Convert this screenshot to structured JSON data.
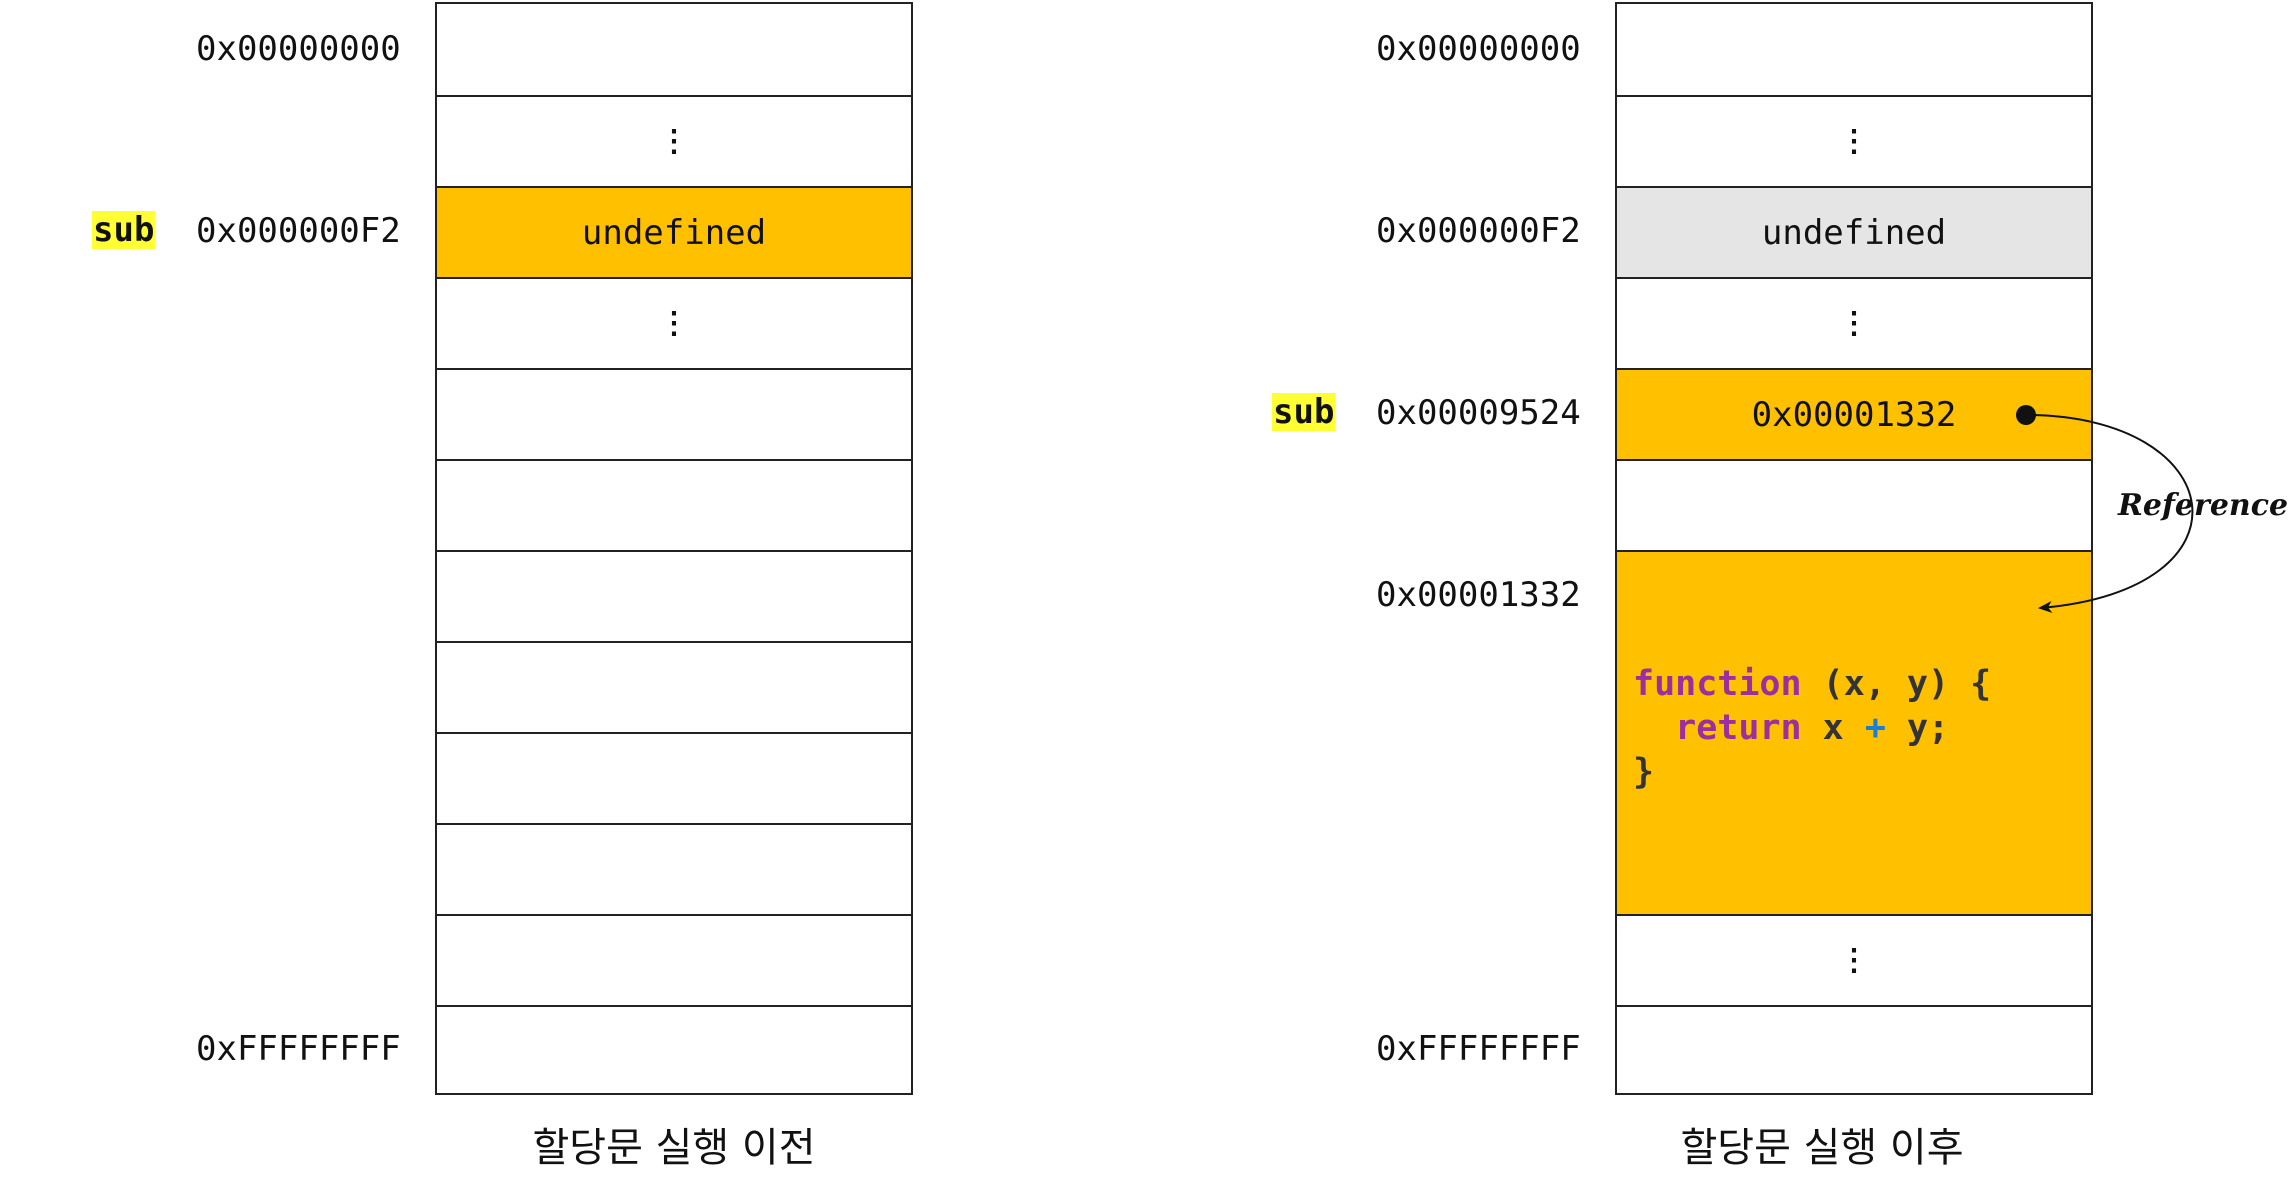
{
  "colors": {
    "highlight": "#FFC000",
    "stale": "#E5E5E5",
    "var_bg": "#FFFF33",
    "keyword": "#9B2FA0",
    "operator": "#1A7FD4"
  },
  "before": {
    "caption": "할당문 실행 이전",
    "variable": "sub",
    "addresses": {
      "top": "0x00000000",
      "sub": "0x000000F2",
      "bottom": "0xFFFFFFFF"
    },
    "cells": [
      "",
      "⋮",
      "undefined",
      "⋮",
      "",
      "",
      "",
      "",
      "",
      "",
      "",
      ""
    ]
  },
  "after": {
    "caption": "할당문 실행 이후",
    "variable": "sub",
    "addresses": {
      "top": "0x00000000",
      "old": "0x000000F2",
      "sub": "0x00009524",
      "func": "0x00001332",
      "bottom": "0xFFFFFFFF"
    },
    "cells": [
      "",
      "⋮",
      "undefined",
      "⋮",
      "0x00001332",
      "",
      "",
      "⋮",
      ""
    ],
    "code": {
      "kw1": "function",
      "sig": " (x, y) {",
      "indent": "  ",
      "kw2": "return",
      "expr_a": " x ",
      "op": "+",
      "expr_b": " y;",
      "close": "}"
    },
    "reference_label": "Reference"
  }
}
